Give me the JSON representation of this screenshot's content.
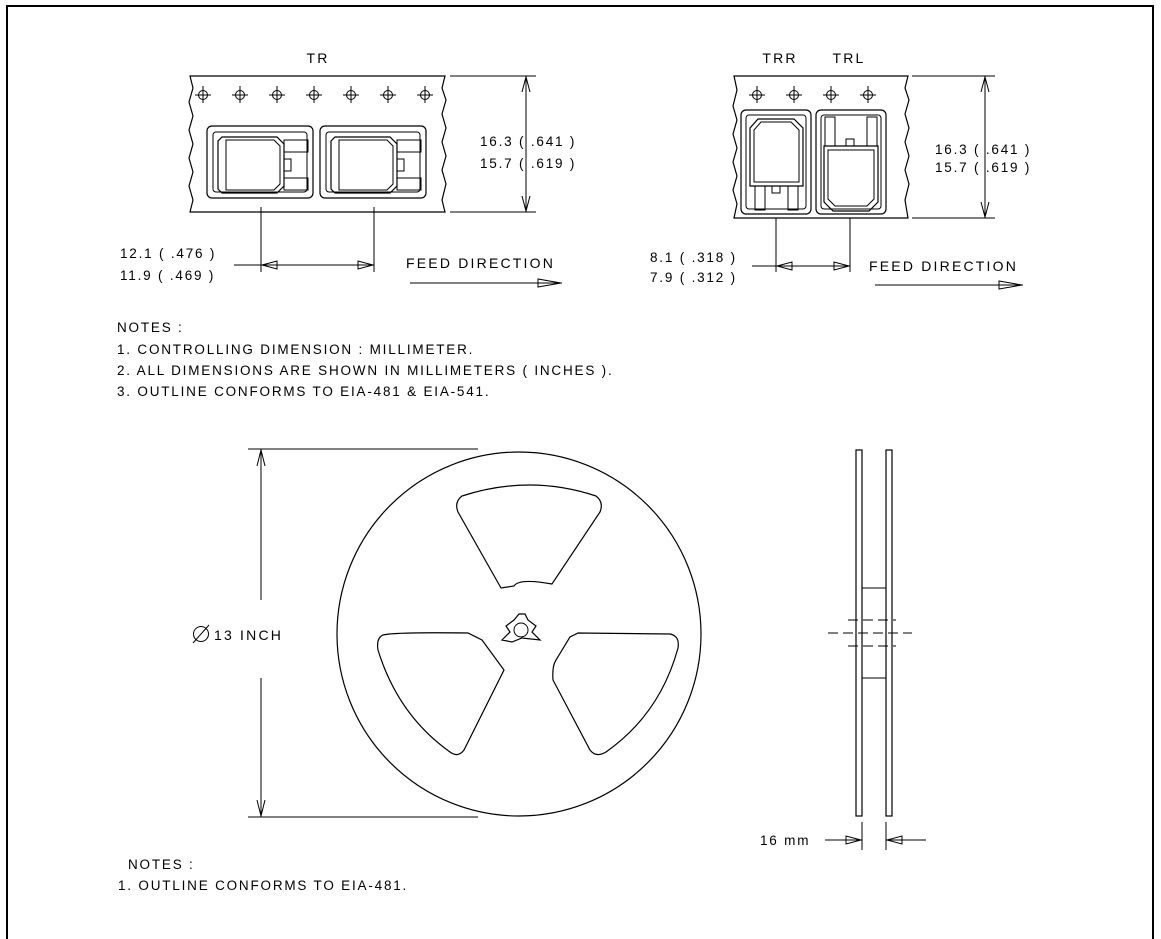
{
  "tape_tr": {
    "label": "TR",
    "height_max": "16.3 ( .641 )",
    "height_min": "15.7 ( .619 )",
    "pitch_max": "12.1 ( .476 )",
    "pitch_min": "11.9 ( .469 )",
    "feed_label": "FEED DIRECTION"
  },
  "tape_trr_trl": {
    "label_trr": "TRR",
    "label_trl": "TRL",
    "height_max": "16.3 ( .641 )",
    "height_min": "15.7 ( .619 )",
    "pitch_max": "8.1 ( .318 )",
    "pitch_min": "7.9 ( .312 )",
    "feed_label": "FEED DIRECTION"
  },
  "notes_top": {
    "heading": "NOTES :",
    "items": [
      "1. CONTROLLING DIMENSION : MILLIMETER.",
      "2. ALL DIMENSIONS ARE SHOWN IN MILLIMETERS ( INCHES ).",
      "3. OUTLINE CONFORMS TO EIA-481 & EIA-541."
    ]
  },
  "reel": {
    "diameter_label": "Ø 13 INCH",
    "width_label": "16 mm"
  },
  "notes_bottom": {
    "heading": "NOTES :",
    "items": [
      "1. OUTLINE CONFORMS TO EIA-481."
    ]
  }
}
